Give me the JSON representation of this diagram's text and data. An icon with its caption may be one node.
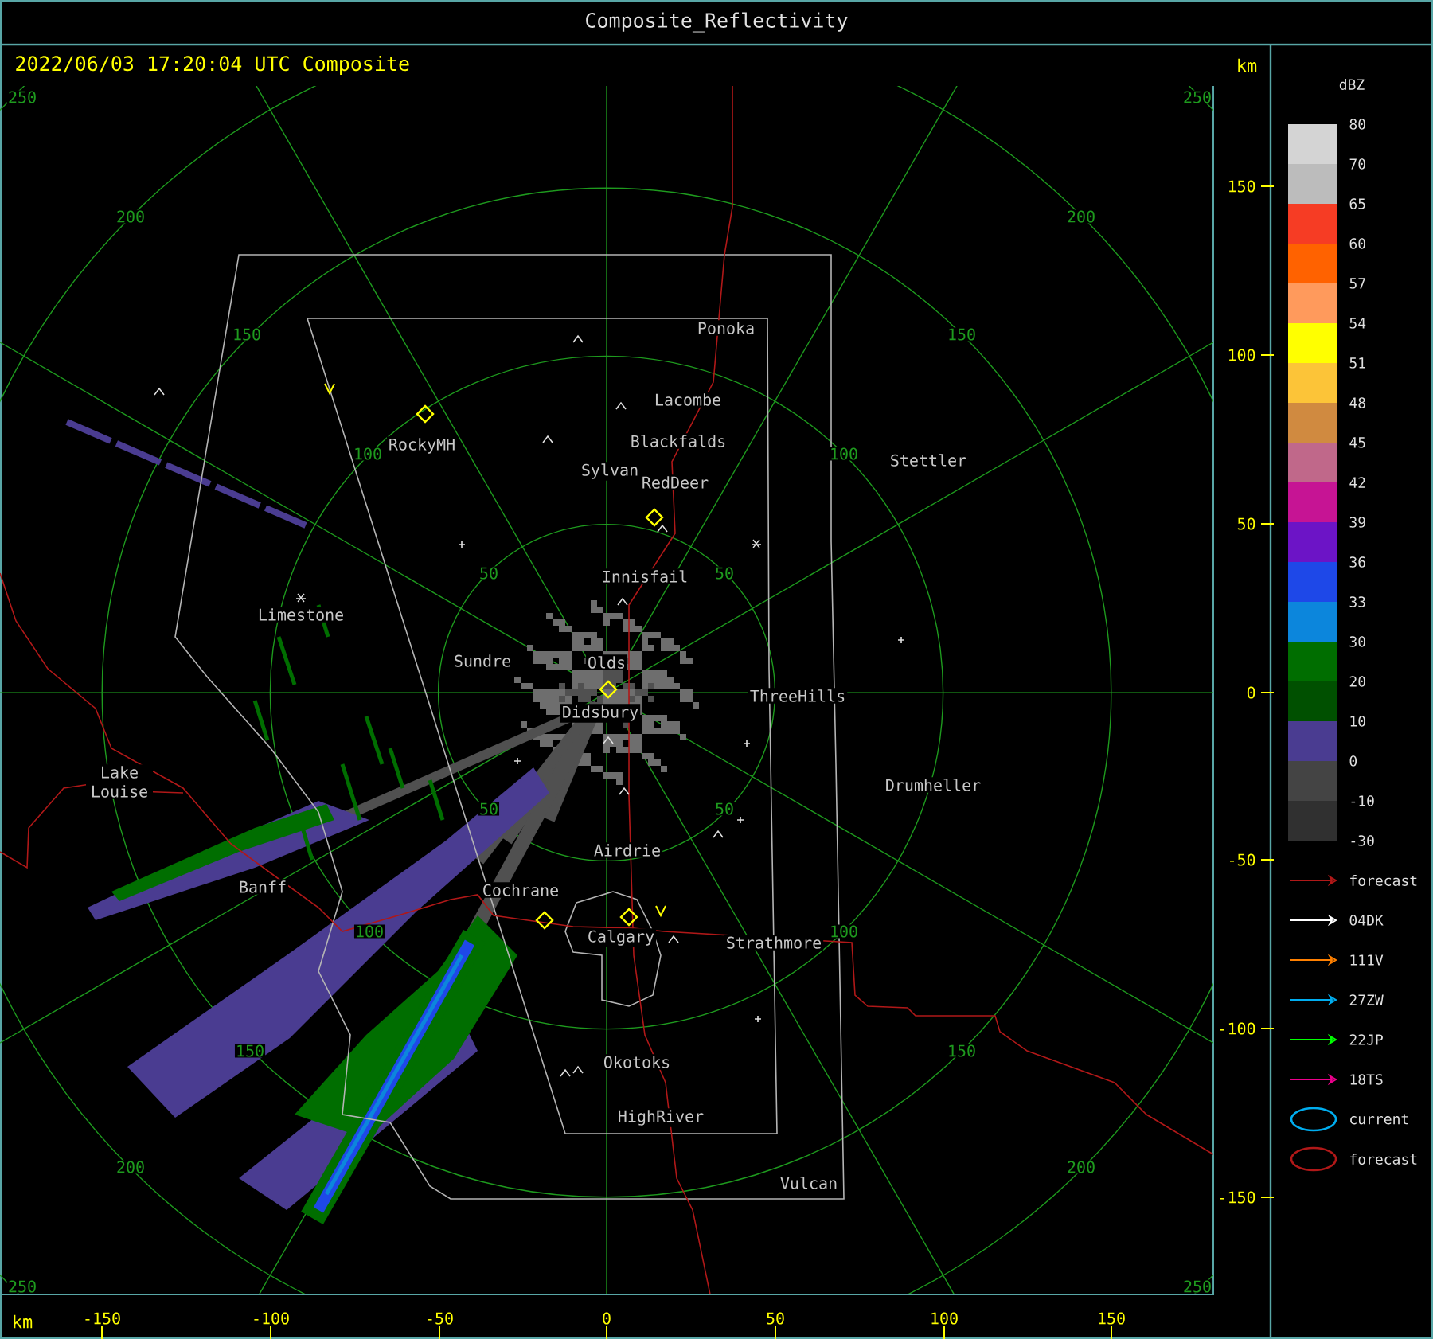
{
  "diagram": {
    "title": "Composite_Reflectivity",
    "labels": [
      "2022/06/03 17:20:04 UTC Composite",
      "km",
      "250",
      "250",
      "200",
      "200",
      "150",
      "150",
      "Ponoka",
      "Lacombe",
      "RockyMH",
      "Blackfalds",
      "100",
      "100",
      "Stettler",
      "Sylvan",
      "RedDeer",
      "50",
      "Innisfail",
      "50",
      "Limestone",
      "Sundre",
      "Olds",
      "ThreeHills",
      "Didsbury",
      "Lake Louise",
      "Drumheller",
      "50",
      "50",
      "Airdrie",
      "Banff",
      "Cochrane",
      "100",
      "Calgary",
      "Strathmore",
      "100",
      "150",
      "150",
      "Okotoks",
      "HighRiver",
      "200",
      "200",
      "Vulcan",
      "250",
      "250",
      "150",
      "100",
      "50",
      "0",
      "-50",
      "-100",
      "-150",
      "km",
      "-150",
      "-100",
      "-50",
      "0",
      "50",
      "100",
      "150",
      "dBZ",
      "-30"
    ],
    "legend": [
      {
        "text": "80",
        "color": "#d4d4d4"
      },
      {
        "text": "70",
        "color": "#bcbcbc"
      },
      {
        "text": "65",
        "color": "#f63c24"
      },
      {
        "text": "60",
        "color": "#ff6200"
      },
      {
        "text": "57",
        "color": "#ff9a5c"
      },
      {
        "text": "54",
        "color": "#ffff00"
      },
      {
        "text": "51",
        "color": "#fcc438"
      },
      {
        "text": "48",
        "color": "#d08a40"
      },
      {
        "text": "45",
        "color": "#c0688a"
      },
      {
        "text": "42",
        "color": "#c61494"
      },
      {
        "text": "39",
        "color": "#6c14c6"
      },
      {
        "text": "36",
        "color": "#1e48e8"
      },
      {
        "text": "33",
        "color": "#0c86dc"
      },
      {
        "text": "30",
        "color": "#006e00"
      },
      {
        "text": "20",
        "color": "#005000"
      },
      {
        "text": "10",
        "color": "#4a3c91"
      },
      {
        "text": "0",
        "color": "#444444"
      },
      {
        "text": "-10",
        "color": "#303030"
      },
      {
        "text": "forecast"
      },
      {
        "text": "04DK"
      },
      {
        "text": "111V"
      },
      {
        "text": "27ZW"
      },
      {
        "text": "22JP"
      },
      {
        "text": "18TS"
      },
      {
        "text": "current"
      },
      {
        "text": "forecast"
      }
    ]
  }
}
